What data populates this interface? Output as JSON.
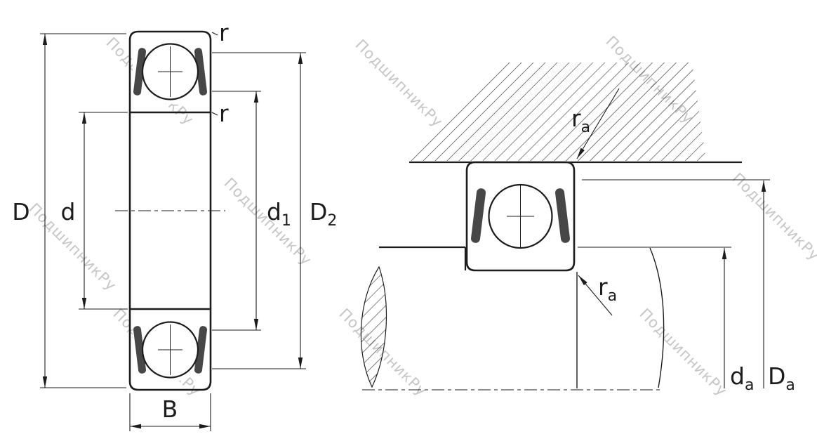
{
  "watermark": {
    "text": "ПодшипникРу"
  },
  "front_view": {
    "labels": {
      "outer_diameter": {
        "main": "D"
      },
      "bore_diameter": {
        "main": "d"
      },
      "shoulder_inner": {
        "main": "d",
        "sub": "1"
      },
      "shoulder_outer": {
        "main": "D",
        "sub": "2"
      },
      "width": {
        "main": "B"
      },
      "corner_radius_outer": {
        "main": "r"
      },
      "corner_radius_inner": {
        "main": "r"
      }
    }
  },
  "mounted_view": {
    "labels": {
      "fillet_top": {
        "main": "r",
        "sub": "a"
      },
      "fillet_bottom": {
        "main": "r",
        "sub": "a"
      },
      "shaft_shoulder": {
        "main": "d",
        "sub": "a"
      },
      "housing_shoulder": {
        "main": "D",
        "sub": "a"
      }
    }
  }
}
